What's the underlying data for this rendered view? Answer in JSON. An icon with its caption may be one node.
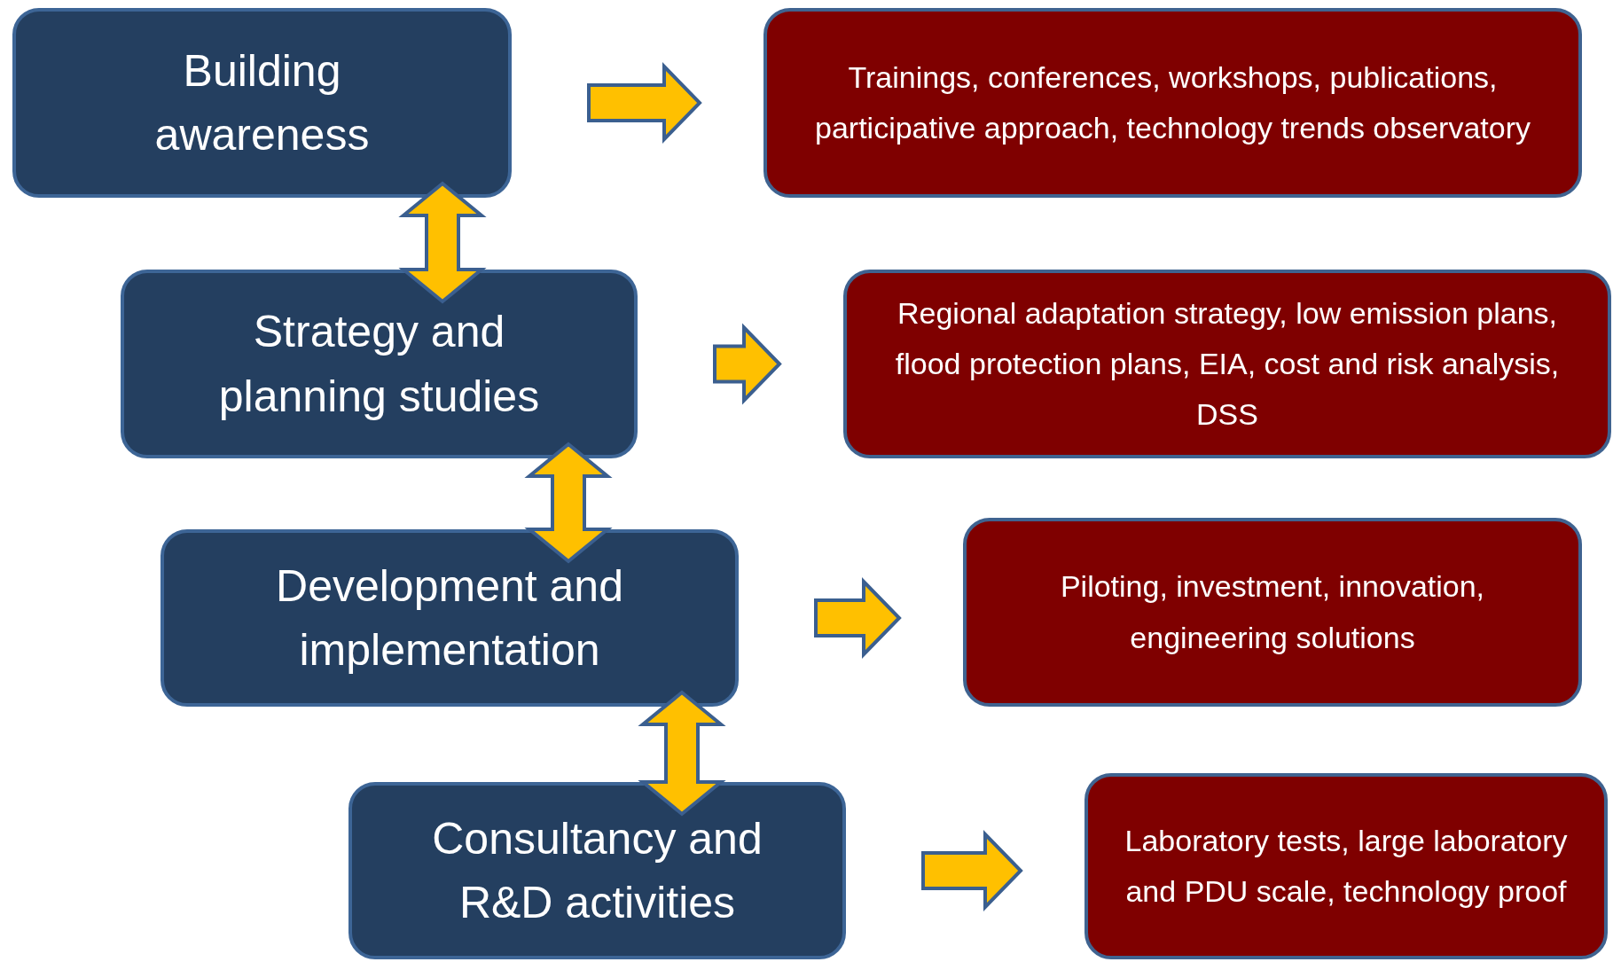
{
  "diagram": {
    "nodes": [
      {
        "text": [
          "Building awareness"
        ]
      },
      {
        "text": [
          "Trainings, conferences, workshops, publications, participative approach, technology trends observatory"
        ]
      },
      {
        "text": [
          "Strategy and planning studies"
        ]
      },
      {
        "text": [
          "Regional adaptation strategy, low emission plans, flood protection plans, EIA, cost and risk analysis, DSS"
        ]
      },
      {
        "text": [
          "Development and implementation"
        ]
      },
      {
        "text": [
          "Piloting, investment, innovation, engineering solutions"
        ]
      },
      {
        "text": [
          "Consultancy and R&D activities"
        ]
      },
      {
        "text": [
          "Laboratory tests, large laboratory and PDU scale, technology proof"
        ]
      }
    ],
    "edges": [
      {
        "from": 0,
        "to": 1,
        "arrow": "to"
      },
      {
        "from": 2,
        "to": 3,
        "arrow": "to"
      },
      {
        "from": 4,
        "to": 5,
        "arrow": "to"
      },
      {
        "from": 6,
        "to": 7,
        "arrow": "to"
      },
      {
        "from": 0,
        "to": 2,
        "arrow": "both"
      },
      {
        "from": 2,
        "to": 4,
        "arrow": "both"
      },
      {
        "from": 4,
        "to": 6,
        "arrow": "both"
      }
    ]
  }
}
